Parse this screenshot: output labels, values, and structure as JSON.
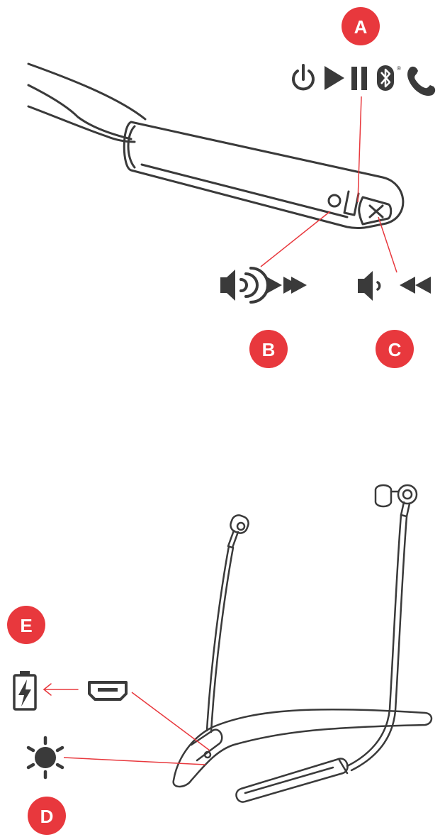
{
  "colors": {
    "accent": "#e8383d",
    "line": "#3a3a3a",
    "callout": "#e8383d",
    "icon": "#3a3a3a"
  },
  "badges": {
    "a": "A",
    "b": "B",
    "c": "C",
    "d": "D",
    "e": "E"
  },
  "icons": {
    "a": [
      "power-icon",
      "play-icon",
      "pause-icon",
      "bluetooth-icon",
      "phone-icon"
    ],
    "b": [
      "volume-up-icon",
      "fast-forward-icon"
    ],
    "c": [
      "volume-down-icon",
      "rewind-icon"
    ],
    "d": [
      "light-indicator-icon"
    ],
    "e": [
      "battery-charging-icon",
      "arrow-left-icon",
      "usb-port-icon"
    ]
  },
  "trademark": "®"
}
